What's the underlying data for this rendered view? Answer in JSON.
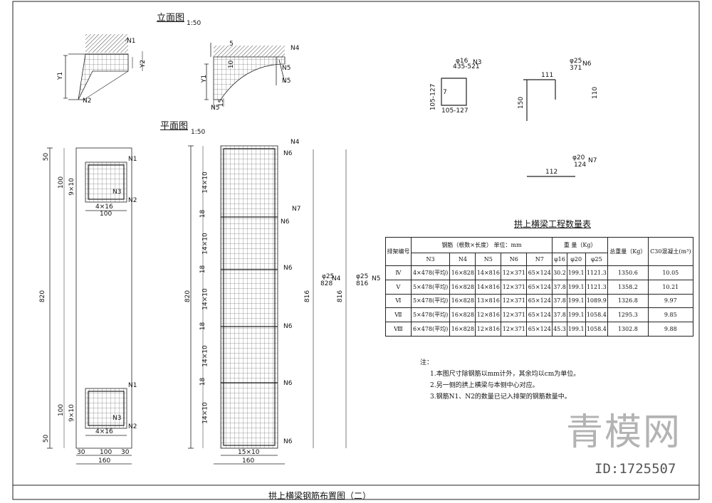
{
  "sections": {
    "elevation_title": "立面图",
    "elevation_scale": "1:50",
    "plan_title": "平面图",
    "plan_scale": "1:50"
  },
  "labels": {
    "N1": "N1",
    "N2": "N2",
    "N3": "N3",
    "N4": "N4",
    "N5": "N5",
    "N6": "N6",
    "N7": "N7",
    "Y1": "Y1",
    "Y2": "Y2",
    "d50": "50",
    "d100": "100",
    "d9x10": "9×10",
    "d4x16": "4×16",
    "d820": "820",
    "d30": "30",
    "d160": "160",
    "d5": "5",
    "d10": "10",
    "d15": "15",
    "d18": "18",
    "d14x10": "14×10",
    "d15x10": "15×10",
    "d816": "816",
    "n4_spec_a": "φ25",
    "n4_spec_b": "828",
    "n5_spec_a": "φ25",
    "n5_spec_b": "816"
  },
  "details": {
    "n3_dia": "φ16",
    "n3_len": "435-521",
    "n3_side": "105-127",
    "n3_bottom": "105-127",
    "n3_inner": "7",
    "n6_dia": "φ25",
    "n6_len": "371",
    "n6_top": "111",
    "n6_left": "150",
    "n6_right": "110",
    "n7_dia": "φ20",
    "n7_len": "124",
    "n7_left": "112"
  },
  "table": {
    "title": "拱上横梁工程数量表",
    "h_rack": "排架编号",
    "h_rebar": "钢筋（根数×长度） 单位：mm",
    "h_weight": "重        量（Kg）",
    "h_total": "总重量（Kg）",
    "h_concrete": "C30混凝土(m³)",
    "sub": [
      "N3",
      "N4",
      "N5",
      "N6",
      "N7",
      "φ16",
      "φ20",
      "φ25"
    ],
    "rows": [
      [
        "Ⅳ",
        "4×478(平均)",
        "16×828",
        "14×816",
        "12×371",
        "65×124",
        "30.2",
        "199.1",
        "1121.3",
        "1350.6",
        "10.05"
      ],
      [
        "Ⅴ",
        "5×478(平均)",
        "16×828",
        "14×816",
        "12×371",
        "65×124",
        "37.8",
        "199.1",
        "1121.3",
        "1358.2",
        "10.21"
      ],
      [
        "Ⅵ",
        "5×478(平均)",
        "16×828",
        "13×816",
        "12×371",
        "65×124",
        "37.8",
        "199.1",
        "1089.9",
        "1326.8",
        "9.97"
      ],
      [
        "Ⅶ",
        "5×478(平均)",
        "16×828",
        "12×816",
        "12×371",
        "65×124",
        "37.8",
        "199.1",
        "1058.4",
        "1295.3",
        "9.85"
      ],
      [
        "Ⅷ",
        "6×478(平均)",
        "16×828",
        "12×816",
        "12×371",
        "65×124",
        "45.3",
        "199.1",
        "1058.4",
        "1302.8",
        "9.88"
      ]
    ]
  },
  "notes": {
    "head": "注：",
    "items": [
      "1.本图尺寸除钢筋以mm计外，其余均以cm为单位。",
      "2.另一侧的拱上横梁与本侧中心对应。",
      "3.钢筋N1、N2的数量已记入排架的钢筋数量中。"
    ]
  },
  "footer": {
    "drawing_title": "拱上横梁钢筋布置图（二）"
  },
  "watermark": {
    "brand": "青模网",
    "id": "ID:1725507"
  }
}
